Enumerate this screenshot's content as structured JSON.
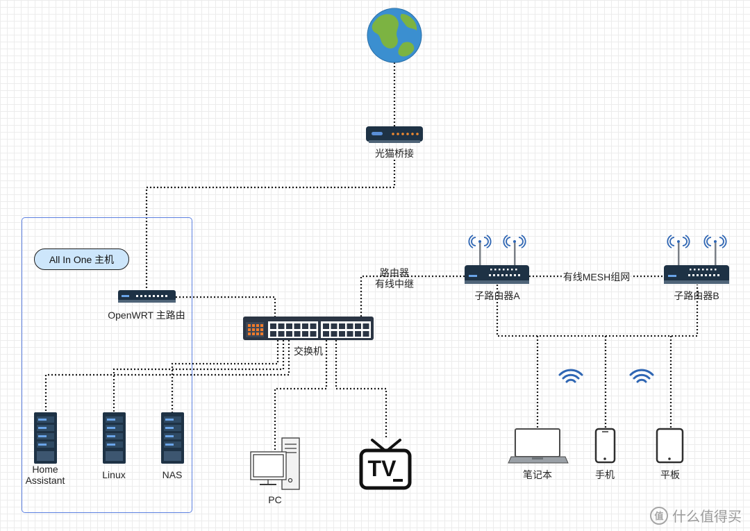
{
  "diagram": {
    "group_label": "All In One 主机",
    "nodes": {
      "internet": "",
      "modem": "光猫桥接",
      "openwrt": "OpenWRT 主路由",
      "switch": "交换机",
      "router_link_top": "路由器",
      "router_link_bottom": "有线中继",
      "router_a": "子路由器A",
      "router_b": "子路由器B",
      "mesh_link": "有线MESH组网",
      "home_assistant_line1": "Home",
      "home_assistant_line2": "Assistant",
      "linux": "Linux",
      "nas": "NAS",
      "pc": "PC",
      "tv": "",
      "laptop": "笔记本",
      "phone": "手机",
      "tablet": "平板"
    }
  },
  "watermark": {
    "logo_text": "值",
    "text": "什么值得买"
  },
  "colors": {
    "device_dark": "#1e3245",
    "group_border": "#5b7fe0",
    "group_fill": "#cde6fb",
    "wifi_blue": "#2f66b3",
    "ocean": "#3b8fd0",
    "land": "#7cb342"
  }
}
